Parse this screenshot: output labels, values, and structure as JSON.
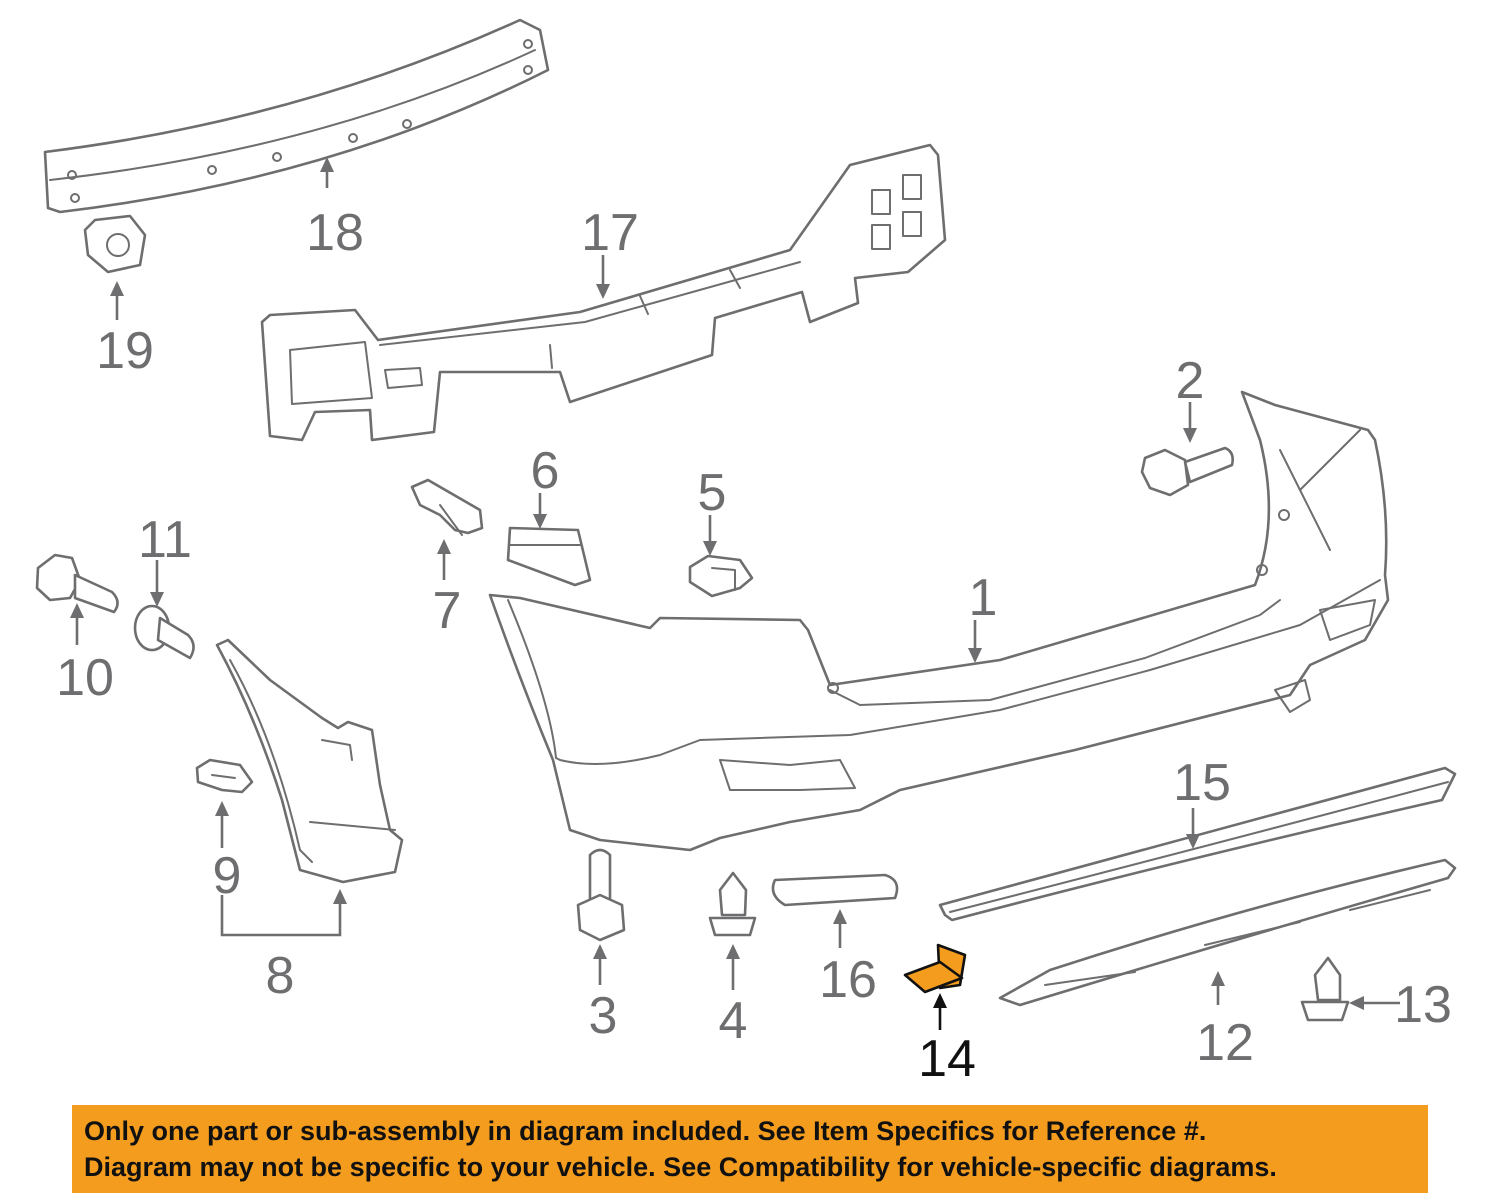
{
  "diagram": {
    "highlight_color": "#f39c1e",
    "line_color": "#6e6e70",
    "selected_reference": "14",
    "callouts": [
      "1",
      "2",
      "3",
      "4",
      "5",
      "6",
      "7",
      "8",
      "9",
      "10",
      "11",
      "12",
      "13",
      "14",
      "15",
      "16",
      "17",
      "18",
      "19"
    ]
  },
  "notice": {
    "line1": "Only one part or sub-assembly in diagram included. See Item Specifics for Reference #.",
    "line2": "Diagram may not be specific to your vehicle. See Compatibility for vehicle-specific diagrams."
  }
}
